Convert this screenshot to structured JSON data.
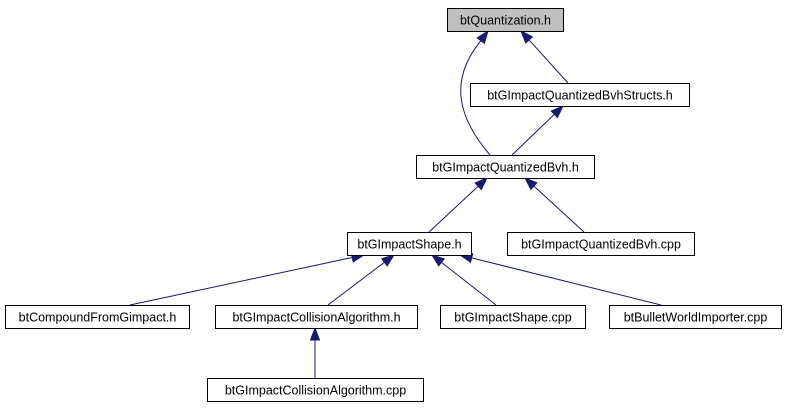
{
  "colors": {
    "edge": "#191970",
    "root_fill": "#bfbfbf",
    "node_fill": "#ffffff",
    "node_stroke": "#000000"
  },
  "nodes": [
    {
      "id": "btQuantization_h",
      "label": "btQuantization.h",
      "root": true
    },
    {
      "id": "btGImpactQuantizedBvhStructs_h",
      "label": "btGImpactQuantizedBvhStructs.h"
    },
    {
      "id": "btGImpactQuantizedBvh_h",
      "label": "btGImpactQuantizedBvh.h"
    },
    {
      "id": "btGImpactShape_h",
      "label": "btGImpactShape.h"
    },
    {
      "id": "btGImpactQuantizedBvh_cpp",
      "label": "btGImpactQuantizedBvh.cpp"
    },
    {
      "id": "btCompoundFromGimpact_h",
      "label": "btCompoundFromGimpact.h"
    },
    {
      "id": "btGImpactCollisionAlgorithm_h",
      "label": "btGImpactCollisionAlgorithm.h"
    },
    {
      "id": "btGImpactShape_cpp",
      "label": "btGImpactShape.cpp"
    },
    {
      "id": "btBulletWorldImporter_cpp",
      "label": "btBulletWorldImporter.cpp"
    },
    {
      "id": "btGImpactCollisionAlgorithm_cpp",
      "label": "btGImpactCollisionAlgorithm.cpp"
    }
  ],
  "edges": [
    {
      "from": "btGImpactQuantizedBvh_h",
      "to": "btQuantization_h"
    },
    {
      "from": "btGImpactQuantizedBvhStructs_h",
      "to": "btQuantization_h"
    },
    {
      "from": "btGImpactQuantizedBvh_h",
      "to": "btGImpactQuantizedBvhStructs_h"
    },
    {
      "from": "btGImpactShape_h",
      "to": "btGImpactQuantizedBvh_h"
    },
    {
      "from": "btGImpactQuantizedBvh_cpp",
      "to": "btGImpactQuantizedBvh_h"
    },
    {
      "from": "btCompoundFromGimpact_h",
      "to": "btGImpactShape_h"
    },
    {
      "from": "btGImpactCollisionAlgorithm_h",
      "to": "btGImpactShape_h"
    },
    {
      "from": "btGImpactShape_cpp",
      "to": "btGImpactShape_h"
    },
    {
      "from": "btBulletWorldImporter_cpp",
      "to": "btGImpactShape_h"
    },
    {
      "from": "btGImpactCollisionAlgorithm_cpp",
      "to": "btGImpactCollisionAlgorithm_h"
    }
  ]
}
